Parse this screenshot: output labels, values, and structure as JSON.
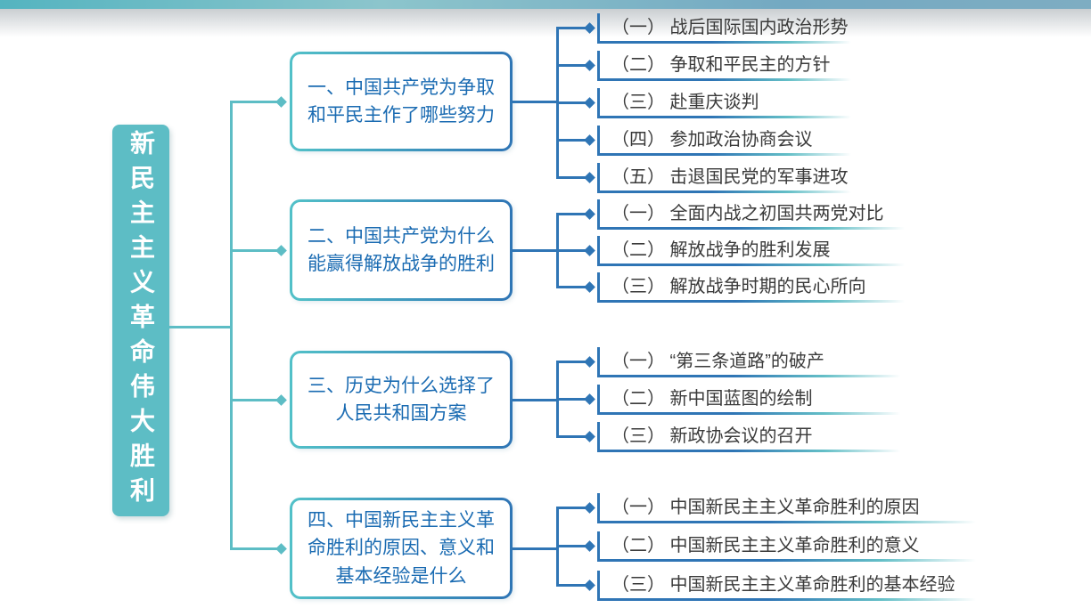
{
  "root": {
    "label": "新民主主义革命伟大胜利"
  },
  "branches": [
    {
      "title": "一、中国共产党为争取和平民主作了哪些努力",
      "leaves": [
        "（一） 战后国际国内政治形势",
        "（二） 争取和平民主的方针",
        "（三） 赴重庆谈判",
        "（四） 参加政治协商会议",
        "（五） 击退国民党的军事进攻"
      ]
    },
    {
      "title": "二、中国共产党为什么能赢得解放战争的胜利",
      "leaves": [
        "（一） 全面内战之初国共两党对比",
        "（二） 解放战争的胜利发展",
        "（三） 解放战争时期的民心所向"
      ]
    },
    {
      "title": "三、历史为什么选择了人民共和国方案",
      "leaves": [
        "（一） “第三条道路”的破产",
        "（二） 新中国蓝图的绘制",
        "（三） 新政协会议的召开"
      ]
    },
    {
      "title": "四、中国新民主主义革命胜利的原因、意义和基本经验是什么",
      "leaves": [
        "（一） 中国新民主主义革命胜利的原因",
        "（二） 中国新民主主义革命胜利的意义",
        "（三） 中国新民主主义革命胜利的基本经验"
      ]
    }
  ],
  "colors": {
    "teal_accent": "#5dbdc5",
    "blue_accent": "#2f75b5",
    "branch_title_text": "#1a6bb2",
    "leaf_text": "#3a3a3a",
    "root_text": "#ffffff",
    "topbar_left": "#54b4c0",
    "topbar_right": "#7eadc2"
  }
}
